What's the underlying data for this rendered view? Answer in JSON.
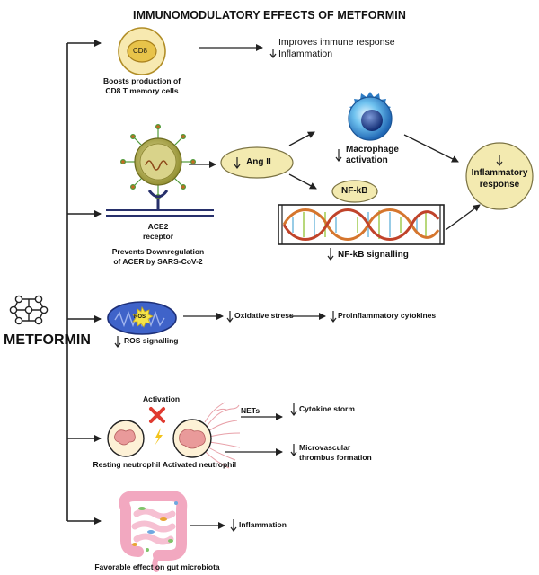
{
  "title": "IMMUNOMODULATORY EFFECTS OF METFORMIN",
  "metformin_label": "METFORMIN",
  "cd8": {
    "label": "CD8",
    "caption_line1": "Boosts production of",
    "caption_line2": "CD8 T memory cells",
    "effect_line1": "Improves immune response",
    "effect_line2": "Inflammation"
  },
  "virus": {
    "ace2_line1": "ACE2",
    "ace2_line2": "receptor",
    "caption_line1": "Prevents Downregulation",
    "caption_line2": "of ACER by SARS-CoV-2",
    "ang2": "Ang II",
    "macrophage_line1": "Macrophage",
    "macrophage_line2": "activation",
    "nfkb": "NF-kB",
    "nfkb_signalling": "NF-kB signalling",
    "inflammatory_line1": "Inflammatory",
    "inflammatory_line2": "response"
  },
  "ros": {
    "label": "ROS",
    "signalling": "ROS signalling",
    "oxidative_stress": "Oxidative stress",
    "cytokines": "Proinflammatory cytokines"
  },
  "neutrophil": {
    "activation": "Activation",
    "resting": "Resting neutrophil",
    "activated": "Activated neutrophil",
    "nets": "NETs",
    "cytokine_storm": "Cytokine storm",
    "thrombus_line1": "Microvascular",
    "thrombus_line2": "thrombus formation"
  },
  "gut": {
    "caption": "Favorable effect on gut microbiota",
    "effect": "Inflammation"
  },
  "colors": {
    "ellipse_fill": "#f3eab0",
    "ellipse_stroke": "#7a7242",
    "cd8_fill": "#e8c34a",
    "mito_fill": "#3f63c9",
    "cross": "#e03a2f"
  }
}
